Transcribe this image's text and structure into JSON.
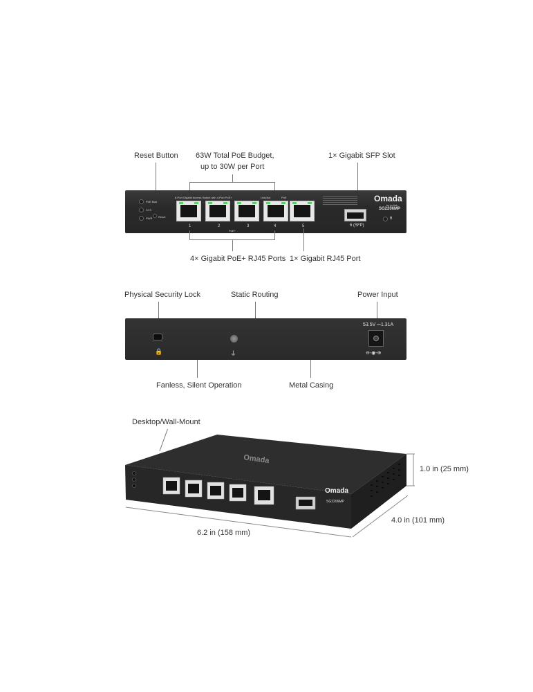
{
  "callouts": {
    "reset_button": "Reset Button",
    "poe_budget_line1": "63W Total PoE Budget,",
    "poe_budget_line2": "up to 30W per Port",
    "sfp_slot": "1× Gigabit SFP Slot",
    "poe_ports": "4× Gigabit PoE+ RJ45 Ports",
    "rj45_port": "1× Gigabit RJ45 Port",
    "security_lock": "Physical Security Lock",
    "static_routing": "Static Routing",
    "power_input": "Power Input",
    "fanless": "Fanless, Silent Operation",
    "metal_casing": "Metal Casing",
    "desktop_wall": "Desktop/Wall-Mount",
    "height_dim": "1.0 in (25 mm)",
    "depth_dim": "4.0  in (101 mm)",
    "width_dim": "6.2  in (158  mm)"
  },
  "front_panel": {
    "leds": [
      "PoE Max",
      "SYS",
      "PWR"
    ],
    "reset_label": "Reset",
    "header_text": "8-Port Gigabit Access Switch with 4-Port PoE+",
    "link_act": "Link/Act",
    "poe": "PoE",
    "port_numbers": [
      "1",
      "2",
      "3",
      "4",
      "5"
    ],
    "poe_plus_label": "PoE+",
    "sfp_label": "6 (SFP)",
    "sfp_led": "6",
    "brand": "Omada",
    "brand_sub": "by tp-link",
    "model": "SG2206MP"
  },
  "rear_panel": {
    "power_rating": "53.5V ⎓1.31A"
  }
}
